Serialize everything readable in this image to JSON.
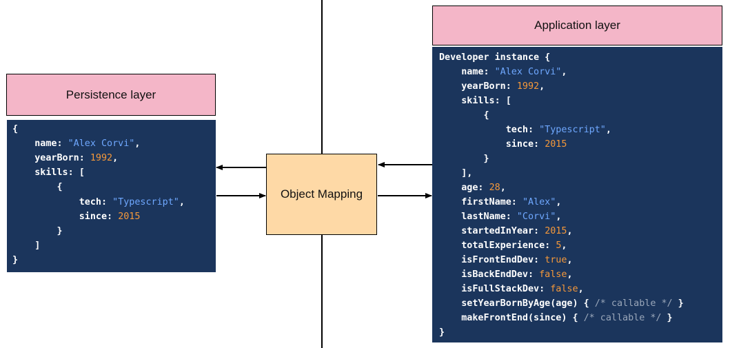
{
  "persistence": {
    "title": "Persistence layer",
    "lines": [
      [
        {
          "t": "{"
        }
      ],
      [
        {
          "t": "    name: "
        },
        {
          "t": "\"Alex Corvi\"",
          "c": "str"
        },
        {
          "t": ","
        }
      ],
      [
        {
          "t": "    yearBorn: "
        },
        {
          "t": "1992",
          "c": "num"
        },
        {
          "t": ","
        }
      ],
      [
        {
          "t": "    skills: ["
        }
      ],
      [
        {
          "t": "        {"
        }
      ],
      [
        {
          "t": "            tech: "
        },
        {
          "t": "\"Typescript\"",
          "c": "str"
        },
        {
          "t": ","
        }
      ],
      [
        {
          "t": "            since: "
        },
        {
          "t": "2015",
          "c": "num"
        }
      ],
      [
        {
          "t": "        }"
        }
      ],
      [
        {
          "t": "    ]"
        }
      ],
      [
        {
          "t": "}"
        }
      ]
    ]
  },
  "mapping": {
    "label": "Object Mapping"
  },
  "application": {
    "title": "Application layer",
    "lines": [
      [
        {
          "t": "Developer instance {"
        }
      ],
      [
        {
          "t": "    name: "
        },
        {
          "t": "\"Alex Corvi\"",
          "c": "str"
        },
        {
          "t": ","
        }
      ],
      [
        {
          "t": "    yearBorn: "
        },
        {
          "t": "1992",
          "c": "num"
        },
        {
          "t": ","
        }
      ],
      [
        {
          "t": "    skills: ["
        }
      ],
      [
        {
          "t": "        {"
        }
      ],
      [
        {
          "t": "            tech: "
        },
        {
          "t": "\"Typescript\"",
          "c": "str"
        },
        {
          "t": ","
        }
      ],
      [
        {
          "t": "            since: "
        },
        {
          "t": "2015",
          "c": "num"
        }
      ],
      [
        {
          "t": "        }"
        }
      ],
      [
        {
          "t": "    ],"
        }
      ],
      [
        {
          "t": "    age: "
        },
        {
          "t": "28",
          "c": "num"
        },
        {
          "t": ","
        }
      ],
      [
        {
          "t": "    firstName: "
        },
        {
          "t": "\"Alex\"",
          "c": "str"
        },
        {
          "t": ","
        }
      ],
      [
        {
          "t": "    lastName: "
        },
        {
          "t": "\"Corvi\"",
          "c": "str"
        },
        {
          "t": ","
        }
      ],
      [
        {
          "t": "    startedInYear: "
        },
        {
          "t": "2015",
          "c": "num"
        },
        {
          "t": ","
        }
      ],
      [
        {
          "t": "    totalExperience: "
        },
        {
          "t": "5",
          "c": "num"
        },
        {
          "t": ","
        }
      ],
      [
        {
          "t": "    isFrontEndDev: "
        },
        {
          "t": "true",
          "c": "num"
        },
        {
          "t": ","
        }
      ],
      [
        {
          "t": "    isBackEndDev: "
        },
        {
          "t": "false",
          "c": "num"
        },
        {
          "t": ","
        }
      ],
      [
        {
          "t": "    isFullStackDev: "
        },
        {
          "t": "false",
          "c": "num"
        },
        {
          "t": ","
        }
      ],
      [
        {
          "t": "    setYearBornByAge(age) { "
        },
        {
          "t": "/* callable */",
          "c": "cmt"
        },
        {
          "t": " }"
        }
      ],
      [
        {
          "t": "    makeFrontEnd(since) { "
        },
        {
          "t": "/* callable */",
          "c": "cmt"
        },
        {
          "t": " }"
        }
      ],
      [
        {
          "t": "}"
        }
      ]
    ]
  },
  "colors": {
    "header_fill": "#f4b6c8",
    "code_bg": "#1b355c",
    "mapping_fill": "#fed9a6",
    "string": "#6fa8ff",
    "number": "#f6993a",
    "comment": "#9aa7ba"
  }
}
